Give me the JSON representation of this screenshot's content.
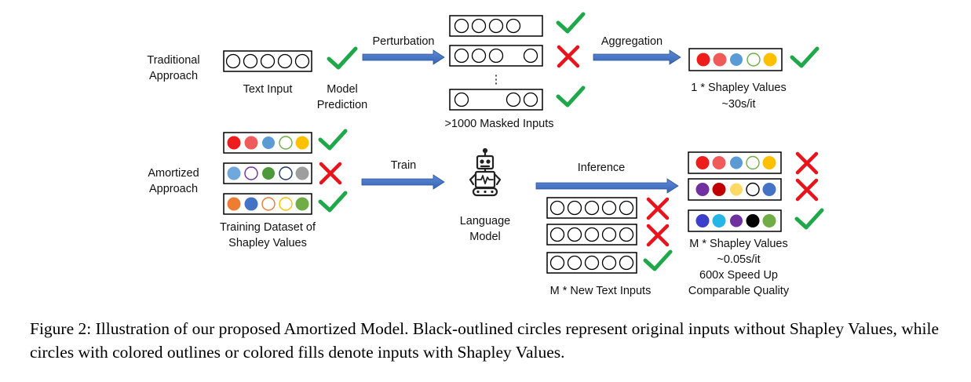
{
  "labels": {
    "traditional_l1": "Traditional",
    "traditional_l2": "Approach",
    "amortized_l1": "Amortized",
    "amortized_l2": "Approach",
    "text_input": "Text Input",
    "model_prediction_l1": "Model",
    "model_prediction_l2": "Prediction",
    "perturbation": "Perturbation",
    "ellipsis": "⋮",
    "masked_inputs": ">1000 Masked Inputs",
    "aggregation": "Aggregation",
    "shapley_1_l1": "1 * Shapley Values",
    "shapley_1_l2": "~30s/it",
    "training_l1": "Training Dataset of",
    "training_l2": "Shapley Values",
    "train": "Train",
    "language_model_l1": "Language",
    "language_model_l2": "Model",
    "inference": "Inference",
    "new_inputs": "M * New Text Inputs",
    "shapley_m_l1": "M * Shapley Values",
    "shapley_m_l2": "~0.05s/it",
    "shapley_m_l3": "600x Speed Up",
    "shapley_m_l4": "Comparable Quality"
  },
  "caption": {
    "figure_label": "Figure 2:",
    "text": "Illustration of our proposed Amortized Model. Black-outlined circles represent original inputs without Shapley Values, while circles with colored outlines or colored fills denote inputs with Shapley Values."
  },
  "colors": {
    "check": "#1fa84a",
    "cross": "#e8141d",
    "arrow": "#4472c4",
    "outline": "#000000"
  },
  "icons": {
    "check": "check-icon",
    "cross": "cross-icon",
    "robot": "robot-icon"
  }
}
